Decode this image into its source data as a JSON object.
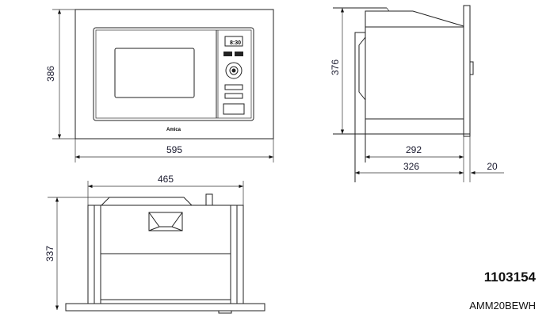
{
  "front_view": {
    "width_label": "595",
    "height_label": "386",
    "display_text": "8:30",
    "brand_logo": "Amica"
  },
  "side_view": {
    "height_label": "376",
    "depth_body_label": "292",
    "depth_total_label": "326",
    "frame_label": "20"
  },
  "top_view": {
    "width_label": "465",
    "height_label": "337"
  },
  "product_code": "1103154",
  "model_name": "AMM20BEWH"
}
